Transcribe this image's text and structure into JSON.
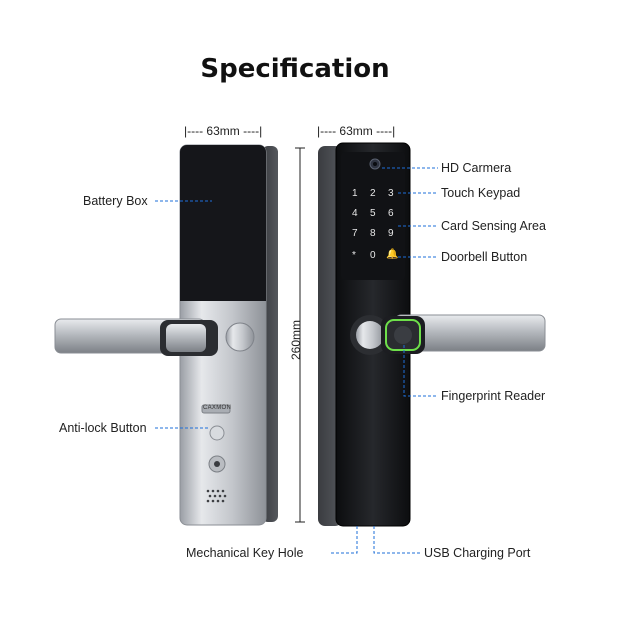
{
  "title": "Specification",
  "dimensions": {
    "left_width": "|---- 63mm ----|",
    "right_width": "|---- 63mm ----|",
    "height": "260mm"
  },
  "labels": {
    "battery_box": "Battery Box",
    "anti_lock_button": "Anti-lock Button",
    "mechanical_key_hole": "Mechanical Key Hole",
    "hd_camera": "HD Carmera",
    "touch_keypad": "Touch Keypad",
    "card_sensing_area": "Card Sensing Area",
    "doorbell_button": "Doorbell Button",
    "fingerprint_reader": "Fingerprint Reader",
    "usb_charging_port": "USB Charging Port"
  },
  "keypad": {
    "row1": [
      "1",
      "2",
      "3"
    ],
    "row2": [
      "4",
      "5",
      "6"
    ],
    "row3": [
      "7",
      "8",
      "9"
    ],
    "row4": [
      "*",
      "0",
      "🔔"
    ]
  },
  "brand_badge": "CAXMON",
  "colors": {
    "silver": "#c9ccd1",
    "dark_panel": "#1a1b1e",
    "leader_line": "#1e6fd9",
    "fingerprint_ring": "#6ee04a"
  }
}
